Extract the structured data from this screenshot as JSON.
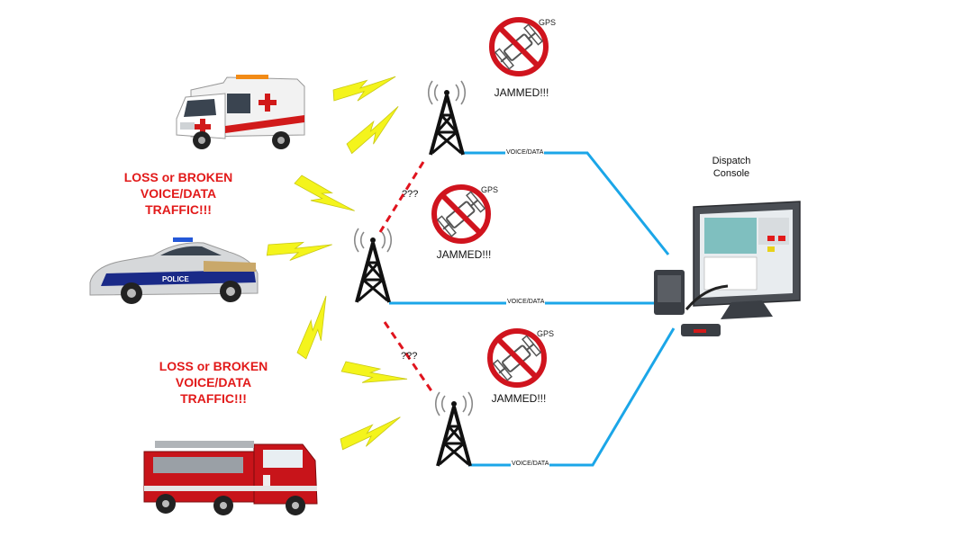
{
  "warnings": [
    {
      "lines": [
        "LOSS or BROKEN",
        "VOICE/DATA",
        "TRAFFIC!!!"
      ]
    },
    {
      "lines": [
        "LOSS or BROKEN",
        "VOICE/DATA",
        "TRAFFIC!!!"
      ]
    }
  ],
  "jammed": [
    "JAMMED!!!",
    "JAMMED!!!",
    "JAMMED!!!"
  ],
  "gps_label": "GPS",
  "question_marks": [
    "???",
    "???"
  ],
  "links": [
    "VOICE/DATA",
    "VOICE/DATA",
    "VOICE/DATA"
  ],
  "console": {
    "line1": "Dispatch",
    "line2": "Console"
  },
  "police_label": "POLICE",
  "colors": {
    "link": "#1ba6e8",
    "warning": "#e21a1a",
    "jam_ring": "#d0141e",
    "lightning": "#f4f41c",
    "broken_link": "#e0141e",
    "tower": "#111111"
  }
}
